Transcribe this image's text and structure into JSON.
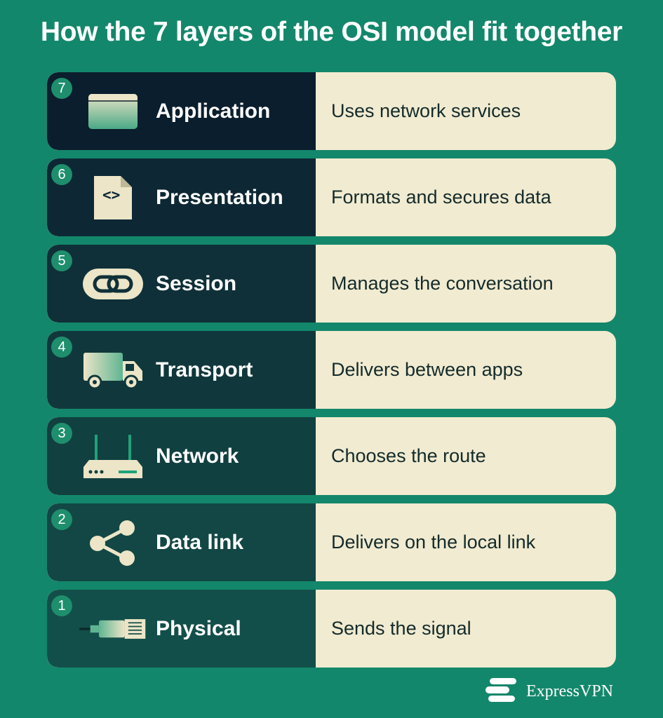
{
  "title": "How the 7 layers of the OSI model fit together",
  "layers": [
    {
      "number": "7",
      "name": "Application",
      "description": "Uses network services",
      "icon": "window-icon",
      "panel_color": "#0b1e2d"
    },
    {
      "number": "6",
      "name": "Presentation",
      "description": "Formats and secures data",
      "icon": "code-document-icon",
      "icon_text": "<>",
      "panel_color": "#0d2834"
    },
    {
      "number": "5",
      "name": "Session",
      "description": "Manages the conversation",
      "icon": "chain-link-icon",
      "panel_color": "#0f3038"
    },
    {
      "number": "4",
      "name": "Transport",
      "description": "Delivers between apps",
      "icon": "delivery-truck-icon",
      "panel_color": "#10383c"
    },
    {
      "number": "3",
      "name": "Network",
      "description": "Chooses the route",
      "icon": "router-icon",
      "panel_color": "#114040"
    },
    {
      "number": "2",
      "name": "Data link",
      "description": "Delivers on the local link",
      "icon": "share-nodes-icon",
      "panel_color": "#124745"
    },
    {
      "number": "1",
      "name": "Physical",
      "description": "Sends the signal",
      "icon": "ethernet-cable-icon",
      "panel_color": "#134f4a"
    }
  ],
  "colors": {
    "background": "#13876b",
    "description_panel": "#f1ebd1",
    "number_badge": "#1e8e6c",
    "icon_light": "#ece5c8"
  },
  "brand": {
    "name": "ExpressVPN",
    "logo": "expressvpn-logo-icon"
  }
}
